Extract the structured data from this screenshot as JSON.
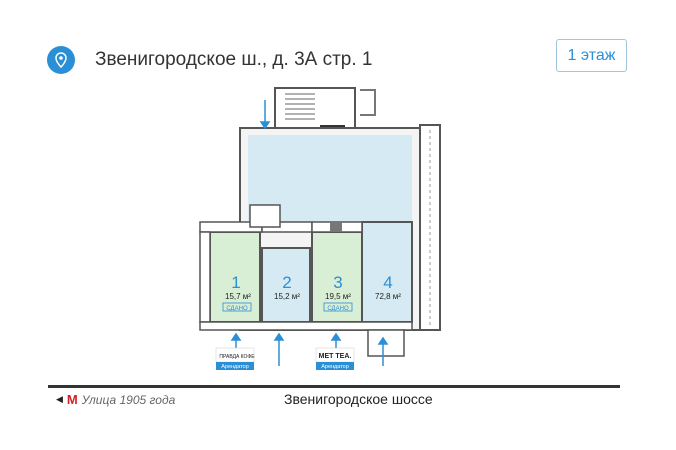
{
  "header": {
    "address": "Звенигородское ш., д. 3А стр. 1",
    "floor_button": "1 этаж",
    "location_icon": "map-pin-icon"
  },
  "rooms": [
    {
      "number": "1",
      "area": "15,7 м²",
      "status": "СДАНО",
      "tenant": "ПРАВДА КОФЕ",
      "tenant_label": "Арендатор"
    },
    {
      "number": "2",
      "area": "15,2 м²"
    },
    {
      "number": "3",
      "area": "19,5 м²",
      "status": "СДАНО",
      "tenant": "МЕТ ТЕА.",
      "tenant_label": "Арендатор"
    },
    {
      "number": "4",
      "area": "72,8 м²"
    }
  ],
  "footer": {
    "metro": "Улица 1905 года",
    "metro_icon": "metro-m-icon",
    "street": "Звенигородское шоссе"
  },
  "colors": {
    "accent": "#2b8fd6",
    "available": "#d5eaf2",
    "rented": "#d8eed5"
  }
}
